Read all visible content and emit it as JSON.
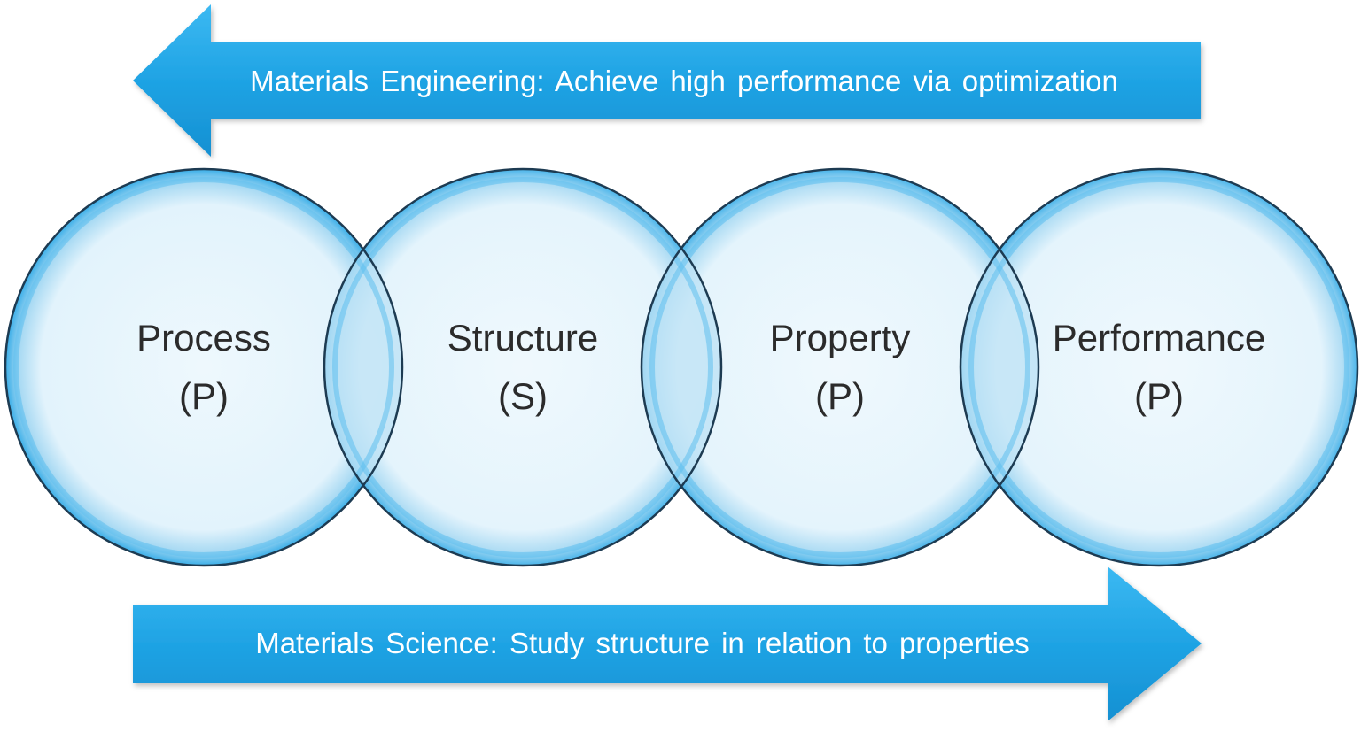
{
  "top_arrow": {
    "label": "Materials Engineering: Achieve high performance via optimization",
    "direction": "left"
  },
  "bottom_arrow": {
    "label": "Materials Science: Study structure in relation to properties",
    "direction": "right"
  },
  "circles": [
    {
      "name": "Process",
      "abbr": "(P)"
    },
    {
      "name": "Structure",
      "abbr": "(S)"
    },
    {
      "name": "Property",
      "abbr": "(P)"
    },
    {
      "name": "Performance",
      "abbr": "(P)"
    }
  ],
  "colors": {
    "arrow_fill": "#1a9ee0",
    "arrow_light": "#35b7f0",
    "circle_fill": "#e4f4fc",
    "circle_ring": "#3aaee8",
    "circle_outline": "#1d3b52",
    "overlap_fill": "#bfe3f5",
    "text_dark": "#2b2b2b",
    "text_light": "#ffffff"
  }
}
